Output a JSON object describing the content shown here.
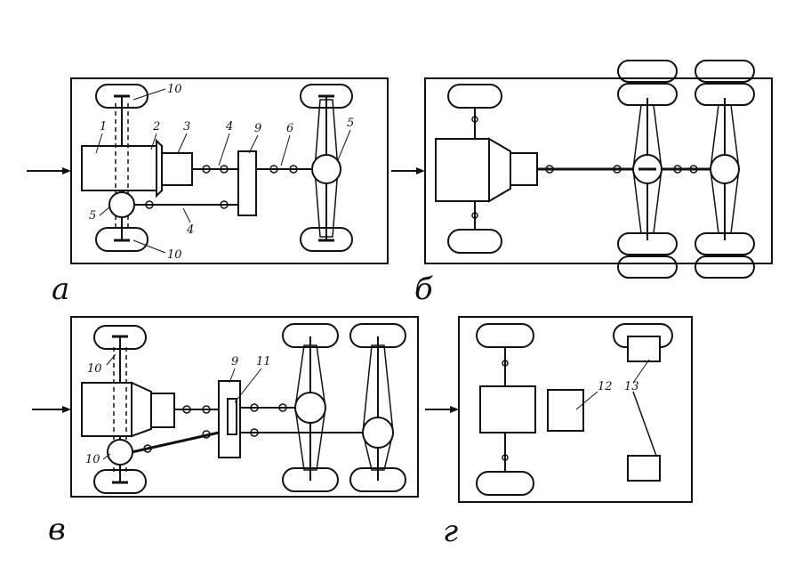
{
  "figure": {
    "panels": [
      {
        "id": "a",
        "label": "а",
        "numbers": [
          "1",
          "2",
          "3",
          "4",
          "9",
          "6",
          "5",
          "5",
          "4",
          "10",
          "10"
        ]
      },
      {
        "id": "b",
        "label": "б",
        "numbers": []
      },
      {
        "id": "v",
        "label": "в",
        "numbers": [
          "10",
          "9",
          "11",
          "10"
        ]
      },
      {
        "id": "g",
        "label": "г",
        "numbers": [
          "12",
          "13"
        ]
      }
    ],
    "colors": {
      "ink": "#111111",
      "paper": "#ffffff"
    }
  }
}
